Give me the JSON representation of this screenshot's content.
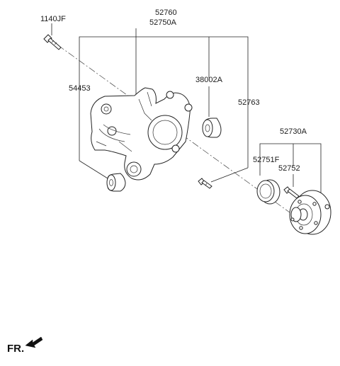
{
  "labels": {
    "p1140JF": "1140JF",
    "p52760": "52760",
    "p52750A": "52750A",
    "p54453": "54453",
    "p38002A": "38002A",
    "p52763": "52763",
    "p52730A": "52730A",
    "p52751F": "52751F",
    "p52752": "52752"
  },
  "direction": {
    "text": "FR."
  }
}
